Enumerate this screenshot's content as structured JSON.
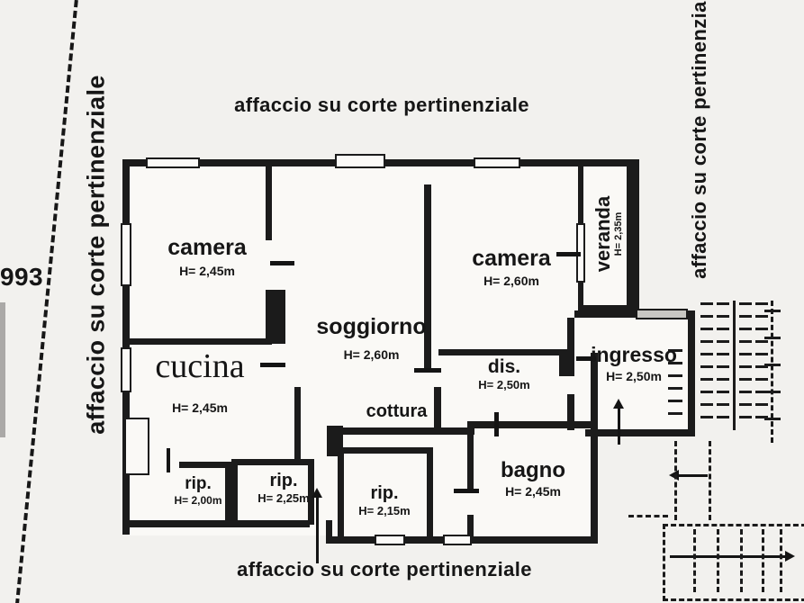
{
  "captions": {
    "top": "affaccio su corte pertinenziale",
    "bottom": "affaccio su corte pertinenziale",
    "left": "affaccio su corte pertinenziale",
    "right": "affaccio su corte pertinenziale",
    "parcel_number": "993"
  },
  "rooms": [
    {
      "id": "camera-1",
      "label": "camera",
      "height": "H= 2,45m"
    },
    {
      "id": "soggiorno",
      "label": "soggiorno",
      "height": "H= 2,60m"
    },
    {
      "id": "camera-2",
      "label": "camera",
      "height": "H= 2,60m"
    },
    {
      "id": "veranda",
      "label": "veranda",
      "height": "H= 2,35m"
    },
    {
      "id": "cucina",
      "label": "cucina",
      "height": "H= 2,45m"
    },
    {
      "id": "dis",
      "label": "dis.",
      "height": "H= 2,50m"
    },
    {
      "id": "ingresso",
      "label": "ingresso",
      "height": "H= 2,50m"
    },
    {
      "id": "rip-1",
      "label": "rip.",
      "height": "H= 2,00m"
    },
    {
      "id": "rip-2",
      "label": "rip.",
      "height": "H= 2,25m"
    },
    {
      "id": "rip-3",
      "label": "rip.",
      "height": "H= 2,15m"
    },
    {
      "id": "bagno",
      "label": "bagno",
      "height": "H= 2,45m"
    },
    {
      "id": "cottura",
      "label": "cottura",
      "height": ""
    }
  ],
  "colors": {
    "ink": "#1b1b1b",
    "paper": "#f2f1ee"
  }
}
